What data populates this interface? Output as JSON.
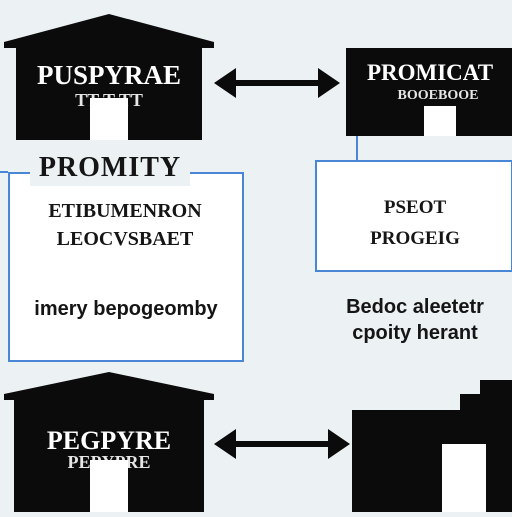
{
  "diagram": {
    "nodes": {
      "top_left_building": {
        "title": "PUSPYRAE",
        "sub": "TT T TT",
        "shape": "warehouse"
      },
      "top_right_building": {
        "title": "PROMICAT",
        "sub": "BOOEBOOE",
        "shape": "flat-block"
      },
      "bottom_left_building": {
        "title": "PEGPYRE",
        "sub": "PEPYPRE",
        "shape": "warehouse"
      },
      "bottom_right_building": {
        "shape": "stepped-block"
      }
    },
    "left_panel": {
      "heading": "PROMITY",
      "line1": "ETIBUMENRON",
      "line2": "LEOCVSBAET",
      "caption": "imery bepogeomby"
    },
    "right_panel": {
      "line1": "PSEOT",
      "line2": "PROGEIG"
    },
    "right_caption": {
      "line1": "Bedoc aleetetr",
      "line2": "cpoity herant"
    },
    "edges": [
      {
        "from": "top_left_building",
        "to": "top_right_building",
        "style": "double-arrow"
      },
      {
        "from": "bottom_left_building",
        "to": "bottom_right_building",
        "style": "double-arrow"
      },
      {
        "from": "top_right_building",
        "to": "right_panel",
        "style": "line"
      }
    ],
    "colors": {
      "background": "#ecf1f4",
      "building": "#0b0b0b",
      "panel_border": "#4a86d6",
      "text": "#151515"
    }
  }
}
